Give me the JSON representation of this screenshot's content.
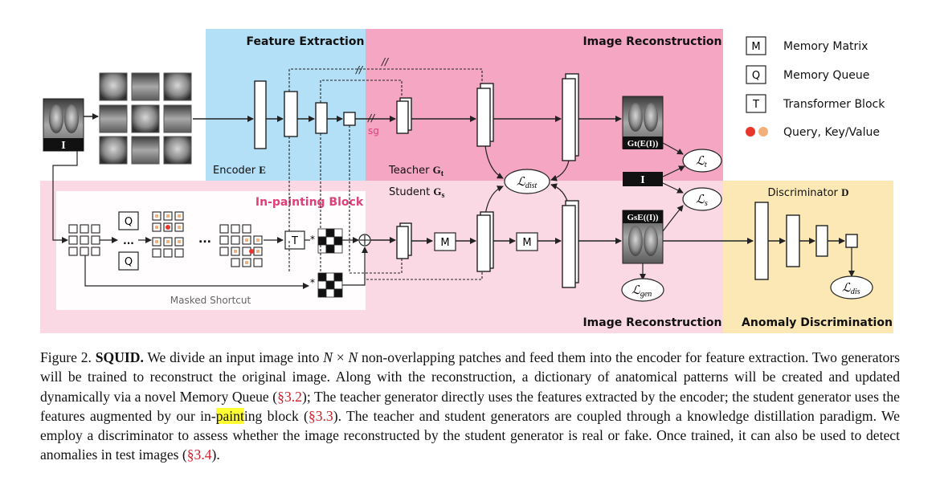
{
  "regions": {
    "feature_extraction": "Feature Extraction",
    "image_reconstruction_top": "Image Reconstruction",
    "image_reconstruction_bottom": "Image Reconstruction",
    "inpainting_block": "In-painting Block",
    "anomaly_discrimination": "Anomaly Discrimination"
  },
  "labels": {
    "encoder": "Encoder",
    "encoder_sym": "E",
    "teacher": "Teacher",
    "teacher_sym": "G",
    "teacher_sub": "t",
    "student": "Student",
    "student_sym": "G",
    "student_sub": "s",
    "discriminator": "Discriminator",
    "discriminator_sym": "D",
    "masked_shortcut": "Masked Shortcut",
    "input_I": "I",
    "input_I2": "I",
    "teacher_output": "Gt(E(I))",
    "student_output": "GsE((I))",
    "stop_grad": "sg",
    "memory_box": "M",
    "transformer_box": "T",
    "queue_box": "Q",
    "ellipsis": "...",
    "ellipsis_v": "⋮",
    "star": "*",
    "slash": "//"
  },
  "losses": {
    "lt": "ℒ",
    "lt_sub": "t",
    "ls": "ℒ",
    "ls_sub": "s",
    "ldist": "ℒ",
    "ldist_sub": "dist",
    "lgen": "ℒ",
    "lgen_sub": "gen",
    "ldis": "ℒ",
    "ldis_sub": "dis"
  },
  "legend": [
    {
      "symbol": "M",
      "label": "Memory Matrix"
    },
    {
      "symbol": "Q",
      "label": "Memory Queue"
    },
    {
      "symbol": "T",
      "label": "Transformer Block"
    },
    {
      "symbol": "",
      "label": "Query, Key/Value"
    }
  ],
  "colors": {
    "feature_bg": "#b3e0f6",
    "recon_top_bg": "#f5a6c3",
    "recon_bottom_bg": "#fbd9e4",
    "anomaly_bg": "#fbe8b4",
    "query": "#e8362d",
    "keyvalue": "#f4b07a",
    "highlight": "#ffff33",
    "ref": "#d0202a"
  },
  "caption": {
    "figure_no": "Figure 2.",
    "title": "SQUID.",
    "s1": "We divide an input image into",
    "n1": "N",
    "times": "×",
    "n2": "N",
    "s2": "non-overlapping patches and feed them into the encoder for feature extraction. Two generators will be trained to reconstruct the original image.  Along with the reconstruction, a dictionary of anatomical patterns will be created and updated dynamically via a novel Memory Queue (",
    "ref1": "§3.2",
    "s3": "); The teacher generator directly uses the features extracted by the encoder; the student generator uses the features augmented by our in-",
    "hl": "paint",
    "s4": "ing block (",
    "ref2": "§3.3",
    "s5": "). The teacher and student generators are coupled through a knowledge distillation paradigm. We employ a discriminator to assess whether the image reconstructed by the student generator is real or fake. Once trained, it can also be used to detect anomalies in test images (",
    "ref3": "§3.4",
    "s6": ")."
  }
}
